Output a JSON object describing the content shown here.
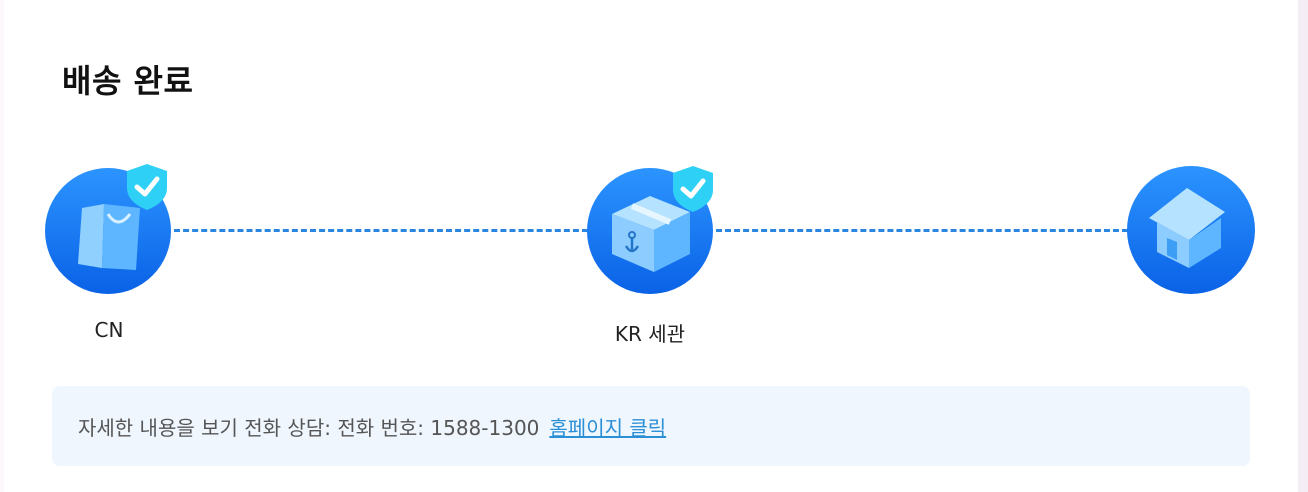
{
  "status_title": "배송 완료",
  "steps": [
    {
      "label": "CN",
      "icon": "shopping-bag-icon",
      "completed": true
    },
    {
      "label": "KR 세관",
      "icon": "package-box-icon",
      "completed": true
    },
    {
      "label": "",
      "icon": "home-icon",
      "completed": false
    }
  ],
  "info": {
    "text": "자세한 내용을 보기 전화 상담: 전화 번호: 1588-1300",
    "link_label": "홈페이지 클릭"
  },
  "colors": {
    "accent": "#1f7ff0",
    "line": "#2b86e0",
    "badge": "#2ed0f5",
    "info_bg": "#eff6fe",
    "link": "#2b8fd6"
  }
}
